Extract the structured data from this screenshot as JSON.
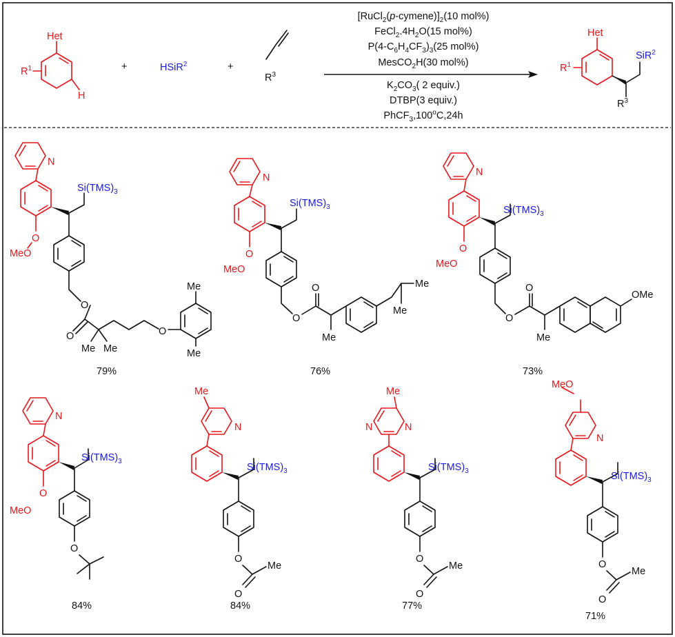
{
  "reaction": {
    "reactant1": {
      "het": "Het",
      "r": "R",
      "r_sup": "1",
      "h": "H"
    },
    "plus1": "+",
    "silane": {
      "text": "HSiR",
      "sup": "2"
    },
    "plus2": "+",
    "alkene": {
      "r": "R",
      "sup": "3"
    },
    "conditions_above": [
      "[RuCl2(p-cymene)]2(10 mol%)",
      "FeCl2.4H2O(15 mol%)",
      "P(4-C6H4CF3)3(25 mol%)",
      "MesCO2H(30 mol%)"
    ],
    "conditions_below": [
      "K2CO3( 2 equiv.)",
      "DTBP(3 equiv.)",
      "PhCF3,100oC,24h"
    ],
    "product": {
      "het": "Het",
      "r1": "R",
      "r1_sup": "1",
      "si": "SiR",
      "si_sup": "2",
      "r3": "R",
      "r3_sup": "3"
    }
  },
  "examples": [
    {
      "yield": "79%",
      "labels": {
        "si": "Si(TMS)3",
        "ome": "MeO",
        "me_top": "Me",
        "me_bot": "Me",
        "me_a": "Me",
        "me_b": "Me",
        "o1": "O",
        "o2": "O",
        "o3": "O",
        "n": "N"
      }
    },
    {
      "yield": "76%",
      "labels": {
        "si": "Si(TMS)3",
        "ome": "MeO",
        "me_ibu1": "Me",
        "me_ibu2": "Me",
        "me": "Me",
        "o1": "O",
        "o2": "O",
        "n": "N"
      }
    },
    {
      "yield": "73%",
      "labels": {
        "si": "Si(TMS)3",
        "ome": "MeO",
        "ome2": "OMe",
        "me": "Me",
        "o1": "O",
        "o2": "O",
        "n": "N"
      }
    },
    {
      "yield": "84%",
      "labels": {
        "si": "Si(TMS)3",
        "ome": "MeO",
        "o": "O",
        "n": "N"
      }
    },
    {
      "yield": "84%",
      "labels": {
        "si": "Si(TMS)3",
        "me_top": "Me",
        "me": "Me",
        "o1": "O",
        "o2": "O",
        "n": "N"
      }
    },
    {
      "yield": "77%",
      "labels": {
        "si": "Si(TMS)3",
        "me_top": "Me",
        "me": "Me",
        "o1": "O",
        "o2": "O",
        "n1": "N",
        "n2": "N"
      }
    },
    {
      "yield": "71%",
      "labels": {
        "si": "Si(TMS)3",
        "ome": "MeO",
        "me": "Me",
        "o1": "O",
        "o2": "O",
        "n": "N"
      }
    }
  ]
}
